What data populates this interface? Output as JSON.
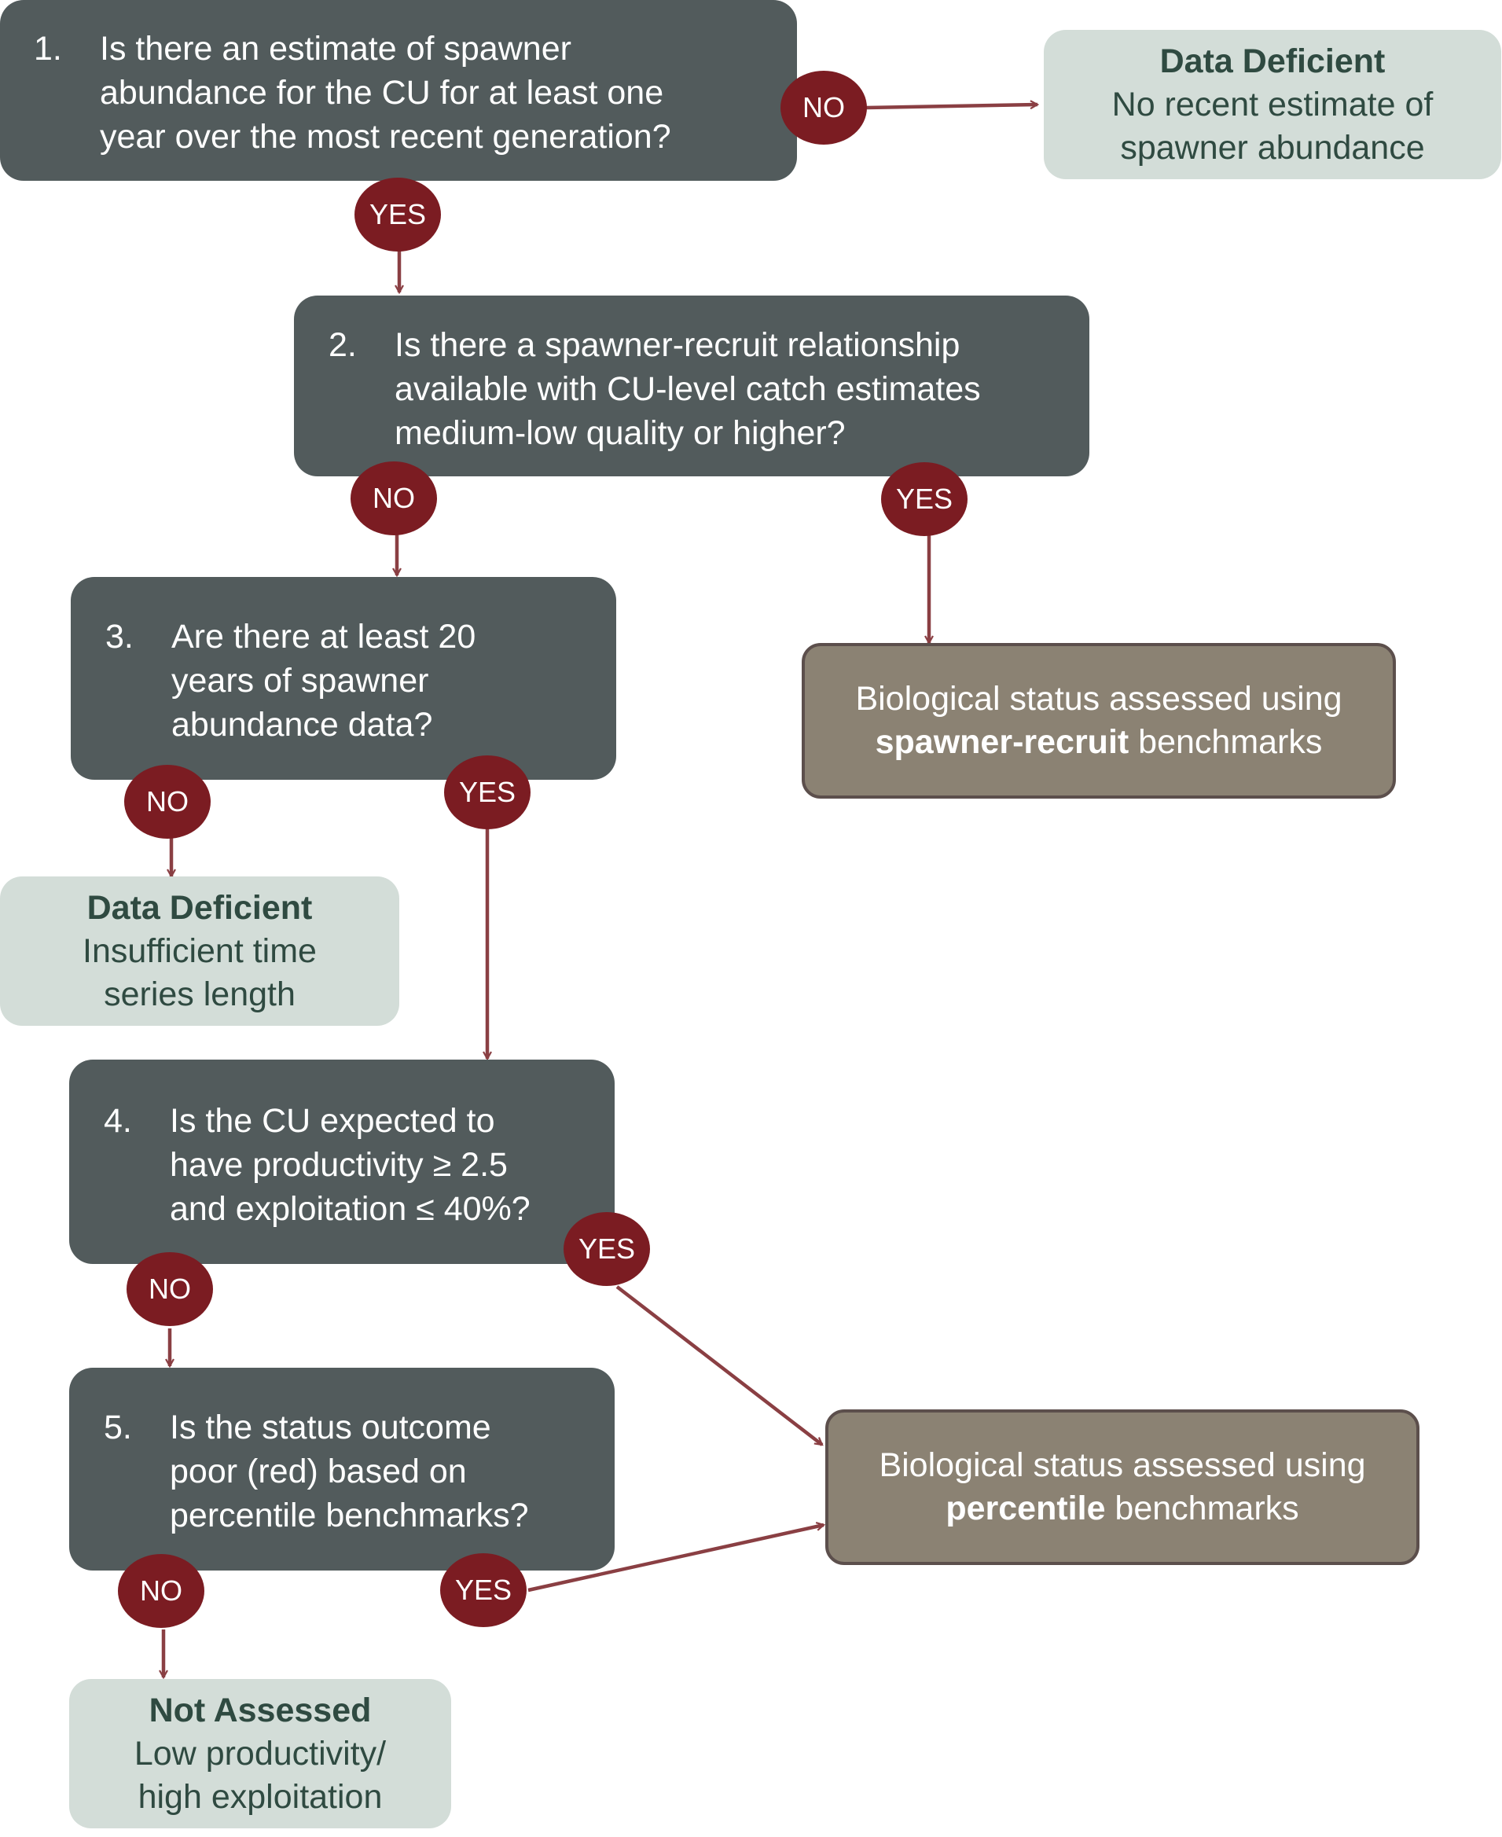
{
  "questions": [
    {
      "num": "1.",
      "text": "Is there an estimate of spawner\nabundance for the CU for at least one\nyear over the most recent generation?"
    },
    {
      "num": "2.",
      "text": "Is there a spawner-recruit relationship\navailable with CU-level catch estimates\nmedium-low quality or higher?"
    },
    {
      "num": "3.",
      "text": "Are there at least 20\nyears of spawner\nabundance data?"
    },
    {
      "num": "4.",
      "text": "Is the CU expected to\nhave productivity ≥ 2.5\nand exploitation ≤ 40%?"
    },
    {
      "num": "5.",
      "text": "Is the status outcome\npoor (red) based on\npercentile benchmarks?"
    }
  ],
  "outcomes": {
    "dd1": {
      "heading": "Data Deficient",
      "body": "No recent estimate of\nspawner abundance"
    },
    "dd2": {
      "heading": "Data Deficient",
      "body": "Insufficient time\nseries length"
    },
    "na": {
      "heading": "Not Assessed",
      "body": "Low productivity/\nhigh exploitation"
    },
    "sr": {
      "line1": "Biological status assessed using",
      "bold": "spawner-recruit",
      "rest": " benchmarks"
    },
    "pct": {
      "line1": "Biological status assessed using",
      "bold": "percentile",
      "rest": " benchmarks"
    }
  },
  "labels": {
    "yes": "YES",
    "no": "NO"
  },
  "colors": {
    "question_bg": "#525b5c",
    "deficient_bg": "#d3ddd8",
    "deficient_text": "#2f4a41",
    "result_bg": "#8b8273",
    "result_border": "#5c4f4c",
    "badge": "#7b1c22",
    "arrow": "#8a3f43"
  }
}
